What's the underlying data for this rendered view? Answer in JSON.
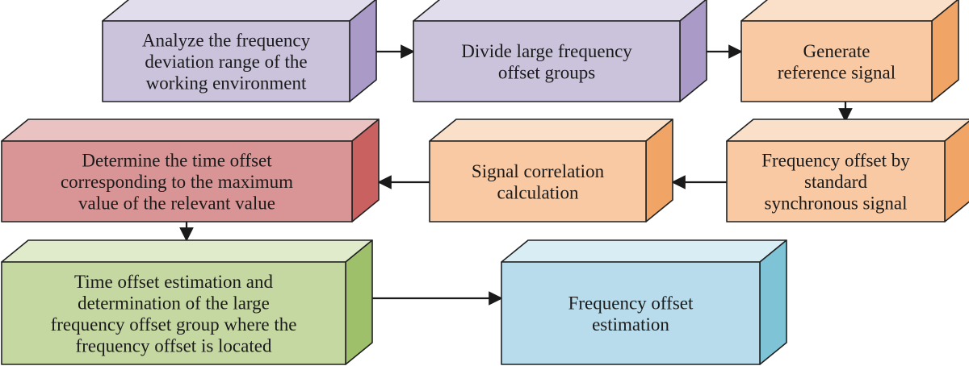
{
  "diagram": {
    "nodes": [
      {
        "id": "analyze",
        "lines": [
          "Analyze the frequency",
          "deviation range of the",
          "working environment"
        ],
        "colors": {
          "front": "#cbc3dc",
          "top": "#e2ddec",
          "side": "#a99ac7"
        }
      },
      {
        "id": "divide",
        "lines": [
          "Divide large frequency",
          "offset groups"
        ],
        "colors": {
          "front": "#cbc3dc",
          "top": "#e2ddec",
          "side": "#a99ac7"
        }
      },
      {
        "id": "generate",
        "lines": [
          "Generate",
          "reference signal"
        ],
        "colors": {
          "front": "#f8c9a3",
          "top": "#fbe0c9",
          "side": "#f0a465"
        }
      },
      {
        "id": "freq-offset-sync",
        "lines": [
          "Frequency offset by",
          "standard",
          "synchronous signal"
        ],
        "colors": {
          "front": "#f8c9a3",
          "top": "#fbe0c9",
          "side": "#f0a465"
        }
      },
      {
        "id": "correlation",
        "lines": [
          "Signal correlation",
          "calculation"
        ],
        "colors": {
          "front": "#f8c9a3",
          "top": "#fbe0c9",
          "side": "#f0a465"
        }
      },
      {
        "id": "determine",
        "lines": [
          "Determine the time offset",
          "corresponding to the maximum",
          "value of the relevant value"
        ],
        "colors": {
          "front": "#d99595",
          "top": "#ebc2c2",
          "side": "#c96161"
        }
      },
      {
        "id": "time-offset-est",
        "lines": [
          "Time offset estimation and",
          "determination of the large",
          "frequency offset group where the",
          "frequency offset is located"
        ],
        "colors": {
          "front": "#c6d8a2",
          "top": "#e0ebcc",
          "side": "#9fc06a"
        }
      },
      {
        "id": "freq-offset-est",
        "lines": [
          "Frequency offset",
          "estimation"
        ],
        "colors": {
          "front": "#b8dceb",
          "top": "#d9edf5",
          "side": "#7fc3d6"
        }
      }
    ],
    "edges": [
      {
        "from": "analyze",
        "to": "divide"
      },
      {
        "from": "divide",
        "to": "generate"
      },
      {
        "from": "generate",
        "to": "freq-offset-sync"
      },
      {
        "from": "freq-offset-sync",
        "to": "correlation"
      },
      {
        "from": "correlation",
        "to": "determine"
      },
      {
        "from": "determine",
        "to": "time-offset-est"
      },
      {
        "from": "time-offset-est",
        "to": "freq-offset-est"
      }
    ],
    "colors": {
      "edge": "#1a1a1a",
      "text": "#1a1a1a",
      "outline": "#222222"
    }
  }
}
